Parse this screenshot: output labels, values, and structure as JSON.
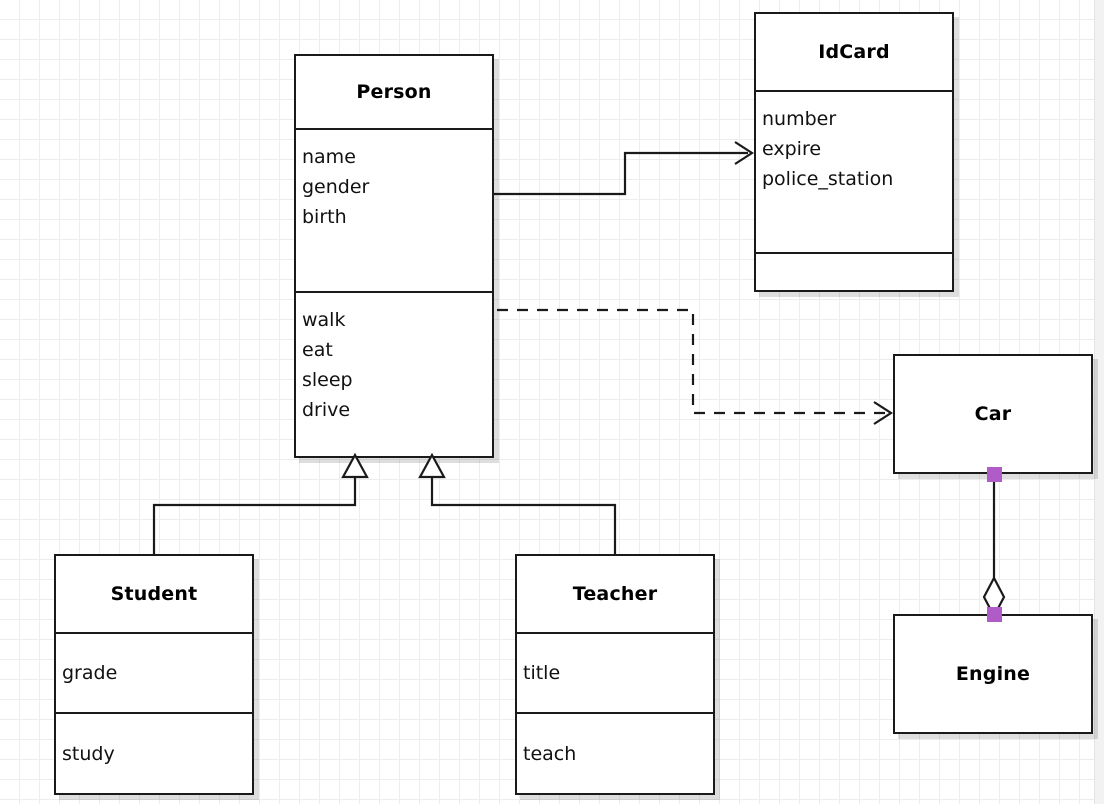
{
  "diagram": {
    "kind": "uml-class-diagram",
    "background": {
      "canvas_color": "#ffffff",
      "grid_color": "#ededed",
      "grid_spacing": 20
    },
    "colors": {
      "stroke": "#1a1a1a",
      "fill": "#ffffff",
      "shadow": "rgba(0,0,0,0.13)",
      "selection_handle": "#b05cc8"
    }
  },
  "classes": [
    {
      "id": "person",
      "name": "Person",
      "attributes": [
        "name",
        "gender",
        "birth"
      ],
      "methods": [
        "walk",
        "eat",
        "sleep",
        "drive"
      ]
    },
    {
      "id": "idcard",
      "name": "IdCard",
      "attributes": [
        "number",
        "expire",
        "police_station"
      ],
      "methods": []
    },
    {
      "id": "student",
      "name": "Student",
      "attributes": [
        "grade"
      ],
      "methods": [
        "study"
      ]
    },
    {
      "id": "teacher",
      "name": "Teacher",
      "attributes": [
        "title"
      ],
      "methods": [
        "teach"
      ]
    },
    {
      "id": "car",
      "name": "Car",
      "attributes": [],
      "methods": []
    },
    {
      "id": "engine",
      "name": "Engine",
      "attributes": [],
      "methods": []
    }
  ],
  "relationships": [
    {
      "id": "person-idcard",
      "type": "association",
      "line": "solid",
      "head": "open-arrow",
      "from": "person",
      "to": "idcard"
    },
    {
      "id": "person-car",
      "type": "dependency",
      "line": "dashed",
      "head": "open-arrow",
      "from": "person",
      "to": "car"
    },
    {
      "id": "student-person",
      "type": "generalization",
      "line": "solid",
      "head": "hollow-triangle",
      "from": "student",
      "to": "person"
    },
    {
      "id": "teacher-person",
      "type": "generalization",
      "line": "solid",
      "head": "hollow-triangle",
      "from": "teacher",
      "to": "person"
    },
    {
      "id": "car-engine",
      "type": "aggregation",
      "line": "solid",
      "head": "hollow-diamond",
      "from": "car",
      "to": "engine",
      "selected": true
    }
  ]
}
